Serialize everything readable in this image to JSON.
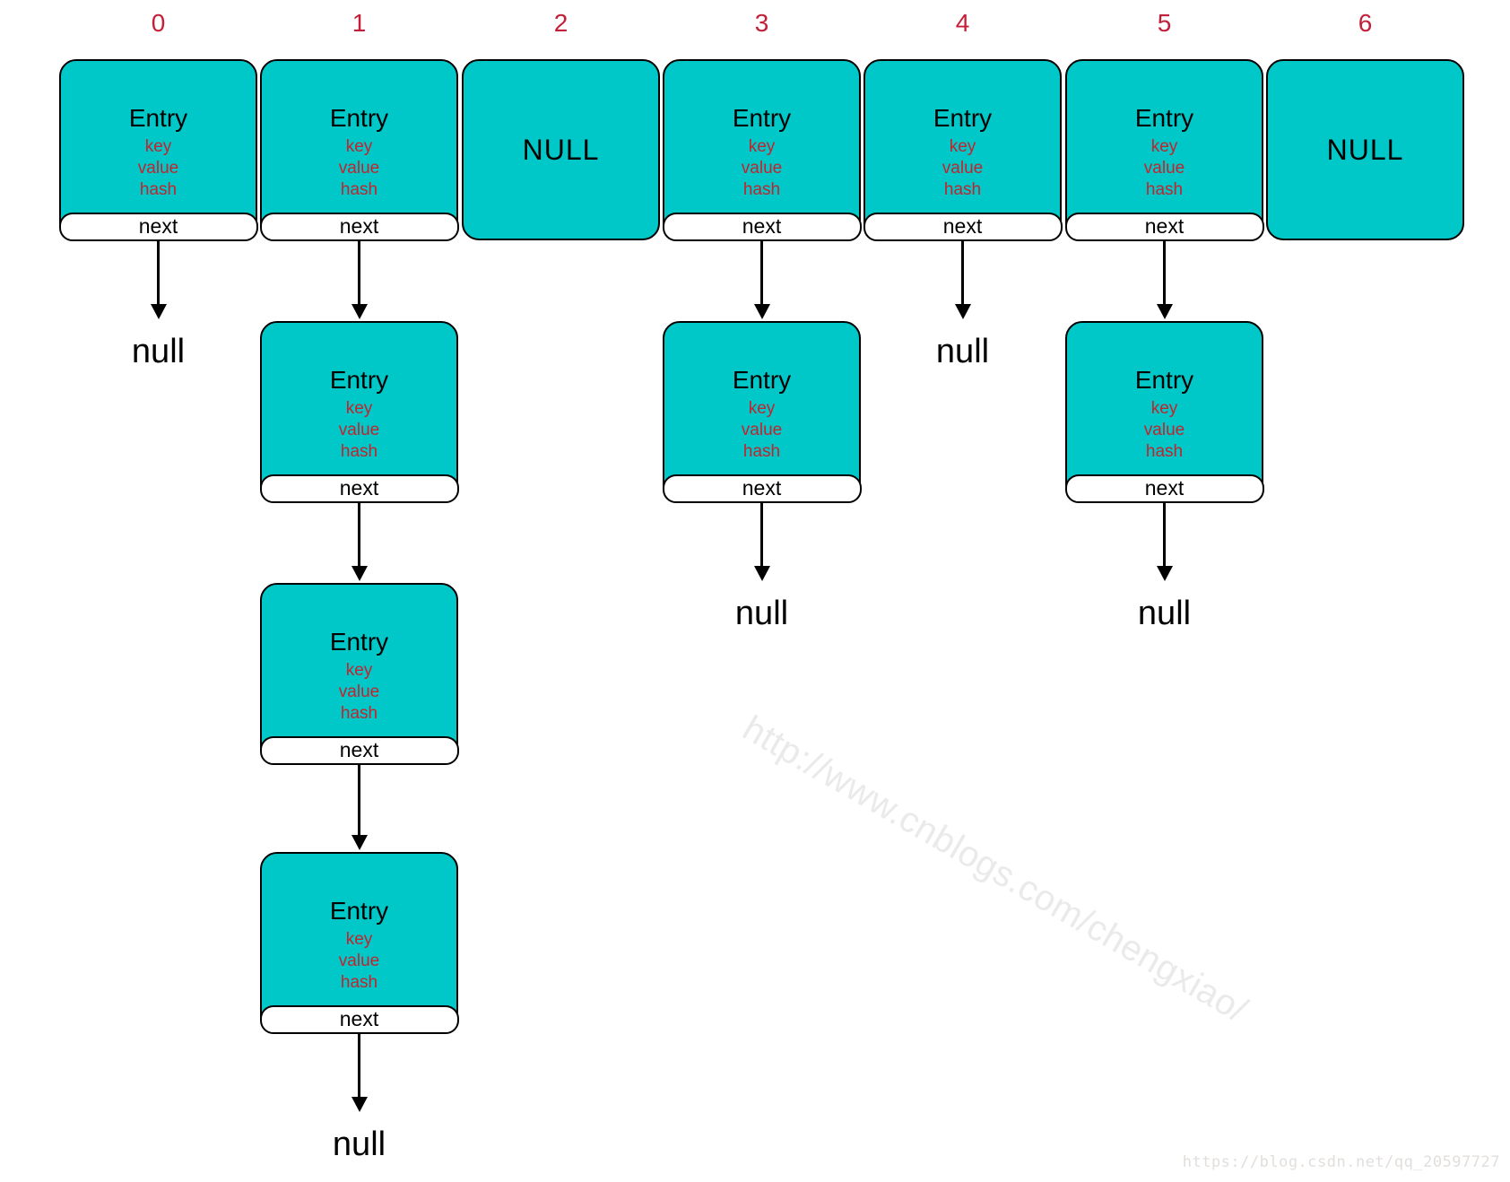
{
  "diagram": {
    "description": "HashMap bucket array with Entry linked lists",
    "node": {
      "title": "Entry",
      "fields": [
        "key",
        "value",
        "hash"
      ],
      "next_label": "next"
    },
    "null_box_label": "NULL",
    "null_terminal_label": "null",
    "buckets": [
      {
        "index": "0",
        "type": "chain",
        "entries": 1
      },
      {
        "index": "1",
        "type": "chain",
        "entries": 4
      },
      {
        "index": "2",
        "type": "empty"
      },
      {
        "index": "3",
        "type": "chain",
        "entries": 2
      },
      {
        "index": "4",
        "type": "chain",
        "entries": 1
      },
      {
        "index": "5",
        "type": "chain",
        "entries": 2
      },
      {
        "index": "6",
        "type": "empty"
      }
    ]
  },
  "colors": {
    "node_fill": "#00c8c8",
    "node_border": "#000000",
    "index_number_red": "#c41f38",
    "field_text_red": "#c2242e",
    "null_text_black": "#000000",
    "watermark_gray": "#eaeaea",
    "footer_gray": "#e2dedb"
  },
  "watermarks": {
    "diagonal": "http://www.cnblogs.com/chengxiao/",
    "footer": "https://blog.csdn.net/qq_20597727"
  }
}
